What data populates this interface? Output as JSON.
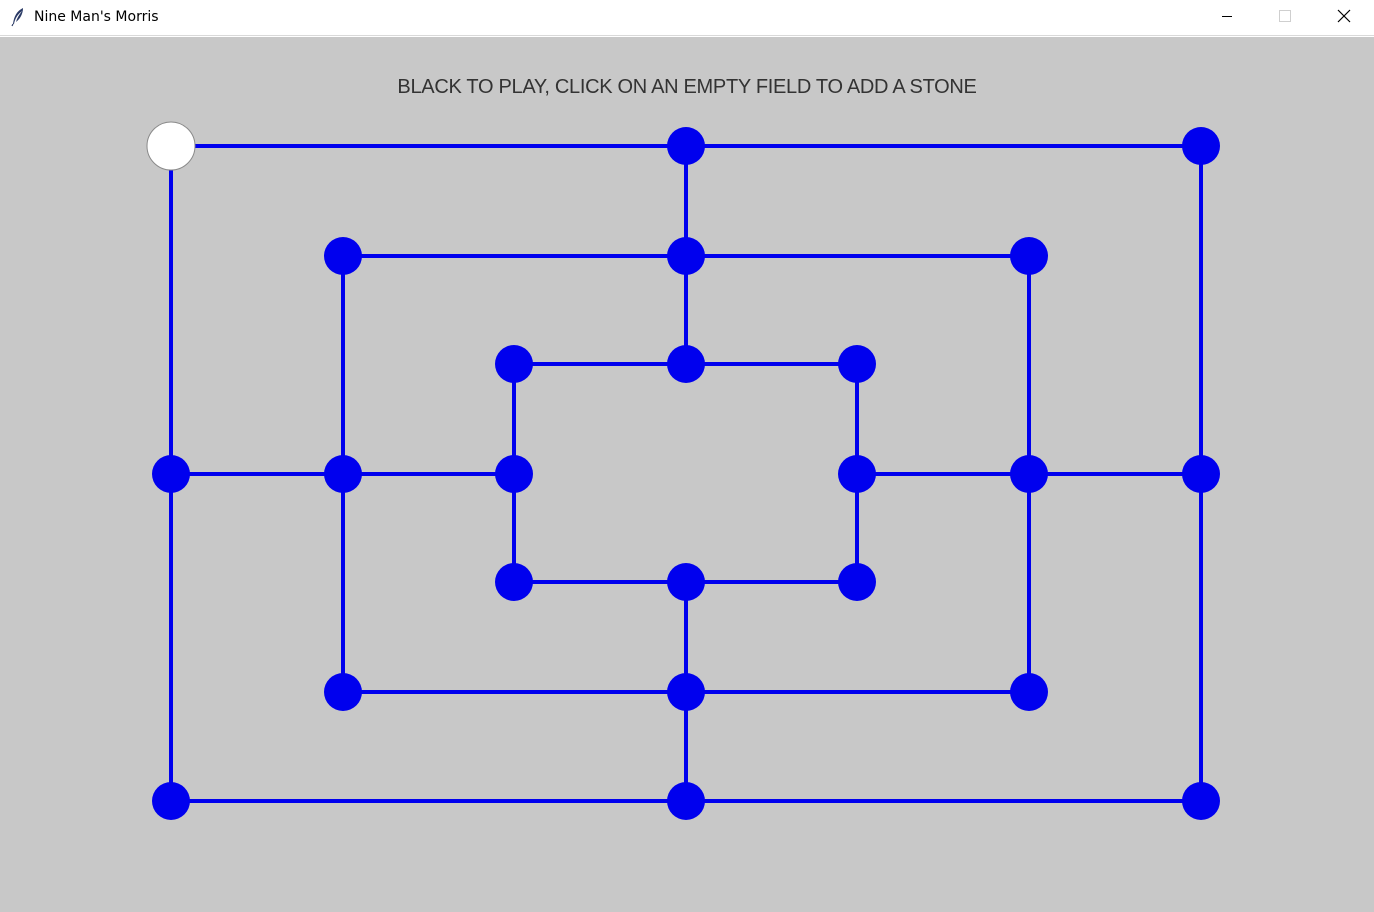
{
  "window": {
    "title": "Nine Man's Morris",
    "controls": {
      "minimize_icon": "minimize-icon",
      "maximize_icon": "maximize-icon",
      "close_icon": "close-icon"
    }
  },
  "game": {
    "status": "BLACK TO PLAY, CLICK ON AN EMPTY FIELD TO ADD A STONE",
    "colors": {
      "background": "#c8c8c8",
      "line": "#0000ee",
      "empty_point": "#0000ee",
      "white_stone": "#ffffff",
      "white_stone_outline": "#8a8a8a"
    },
    "points": [
      {
        "id": "a7",
        "state": "white"
      },
      {
        "id": "d7",
        "state": "empty"
      },
      {
        "id": "g7",
        "state": "empty"
      },
      {
        "id": "b6",
        "state": "empty"
      },
      {
        "id": "d6",
        "state": "empty"
      },
      {
        "id": "f6",
        "state": "empty"
      },
      {
        "id": "c5",
        "state": "empty"
      },
      {
        "id": "d5",
        "state": "empty"
      },
      {
        "id": "e5",
        "state": "empty"
      },
      {
        "id": "a4",
        "state": "empty"
      },
      {
        "id": "b4",
        "state": "empty"
      },
      {
        "id": "c4",
        "state": "empty"
      },
      {
        "id": "e4",
        "state": "empty"
      },
      {
        "id": "f4",
        "state": "empty"
      },
      {
        "id": "g4",
        "state": "empty"
      },
      {
        "id": "c3",
        "state": "empty"
      },
      {
        "id": "d3",
        "state": "empty"
      },
      {
        "id": "e3",
        "state": "empty"
      },
      {
        "id": "b2",
        "state": "empty"
      },
      {
        "id": "d2",
        "state": "empty"
      },
      {
        "id": "f2",
        "state": "empty"
      },
      {
        "id": "a1",
        "state": "empty"
      },
      {
        "id": "d1",
        "state": "empty"
      },
      {
        "id": "g1",
        "state": "empty"
      }
    ]
  }
}
